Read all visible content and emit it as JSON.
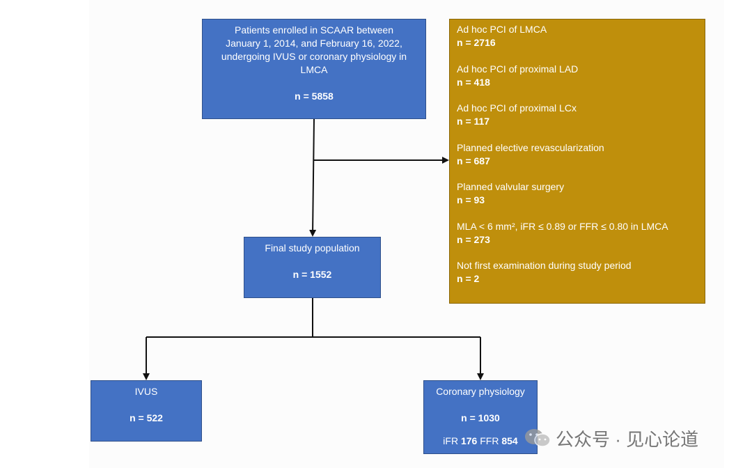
{
  "flowchart": {
    "enrolled": {
      "lines": [
        "Patients enrolled in SCAAR between",
        "January 1, 2014, and February 16, 2022,",
        "undergoing IVUS or coronary physiology in",
        "LMCA"
      ],
      "n": "n = 5858"
    },
    "exclusions": [
      {
        "label": "Ad hoc PCI of LMCA",
        "n": "n = 2716"
      },
      {
        "label": "Ad hoc PCI of proximal LAD",
        "n": "n = 418"
      },
      {
        "label": "Ad hoc PCI of proximal LCx",
        "n": "n = 117"
      },
      {
        "label": "Planned elective revascularization",
        "n": "n = 687"
      },
      {
        "label": "Planned valvular surgery",
        "n": "n = 93"
      },
      {
        "label": "MLA < 6 mm², iFR ≤ 0.89 or FFR ≤ 0.80 in LMCA",
        "n": "n = 273"
      },
      {
        "label": "Not first examination during study period",
        "n": "n = 2"
      }
    ],
    "final": {
      "label": "Final study population",
      "n": "n = 1552"
    },
    "ivus": {
      "label": "IVUS",
      "n": "n = 522"
    },
    "physiology": {
      "label": "Coronary physiology",
      "n": "n = 1030",
      "ifr_label": "iFR",
      "ifr_value": "176",
      "ffr_label": "FFR",
      "ffr_value": "854"
    }
  },
  "watermark": {
    "text": "公众号 · 见心论道",
    "icon": "wechat-icon"
  },
  "colors": {
    "blue_box": "#4472c4",
    "gold_box": "#bf8f0c",
    "lines": "#111111"
  }
}
